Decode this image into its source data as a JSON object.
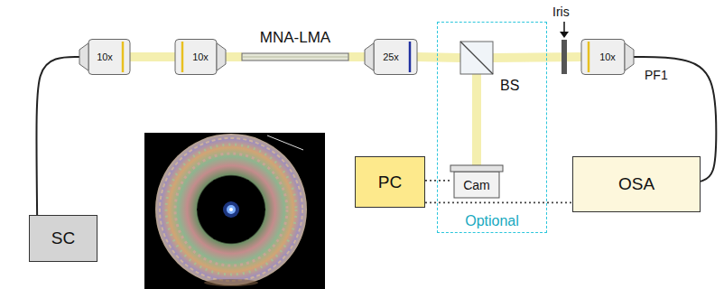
{
  "diagram": {
    "nodes": [
      {
        "text": [
          "10x"
        ]
      },
      {
        "text": [
          "10x"
        ]
      },
      {
        "text": [
          "MNA-LMA"
        ]
      },
      {
        "text": [
          "25x"
        ]
      },
      {
        "text": [
          "Optional"
        ]
      },
      {
        "text": [
          "BS"
        ],
        "in": 4
      },
      {
        "text": [
          "Cam"
        ],
        "in": 4
      },
      {
        "text": [
          "10x"
        ]
      },
      {
        "text": [
          "SC"
        ]
      },
      {
        "text": [
          "PC"
        ]
      },
      {
        "text": [
          "OSA"
        ]
      }
    ],
    "edges": [
      {
        "from": 8,
        "to": 0,
        "arrow": "none"
      },
      {
        "from": 0,
        "to": 1,
        "arrow": "none"
      },
      {
        "from": 1,
        "to": 2,
        "arrow": "none"
      },
      {
        "from": 2,
        "to": 3,
        "arrow": "none"
      },
      {
        "from": 3,
        "to": 5,
        "arrow": "none"
      },
      {
        "from": 5,
        "to": 7,
        "arrow": "none"
      },
      {
        "from": 5,
        "to": 6,
        "arrow": "none"
      },
      {
        "from": 7,
        "to": 10,
        "label": "PF1",
        "arrow": "none"
      },
      {
        "from": 9,
        "to": 6,
        "arrow": "none"
      },
      {
        "from": 9,
        "to": 10,
        "arrow": "none"
      }
    ],
    "labels": [
      "Iris"
    ]
  }
}
